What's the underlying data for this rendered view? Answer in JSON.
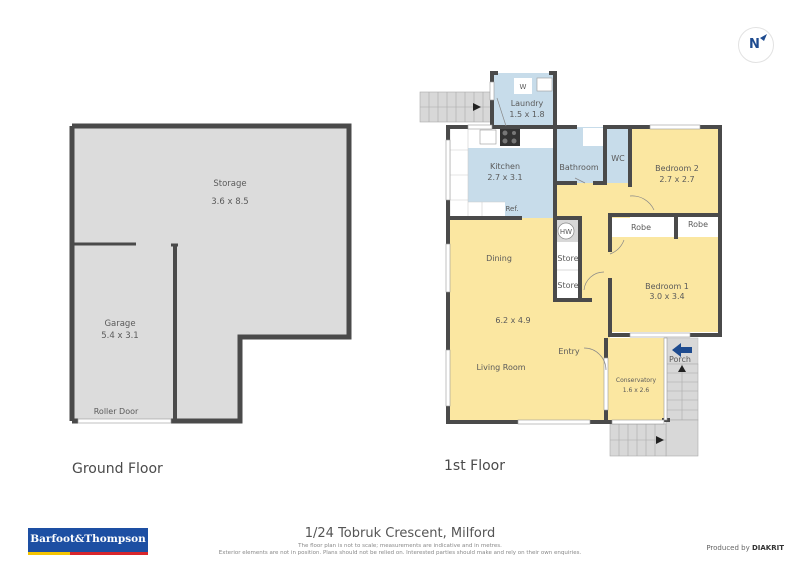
{
  "compass": {
    "label": "N"
  },
  "ground_floor": {
    "label": "Ground Floor",
    "rooms": {
      "storage": {
        "name": "Storage",
        "dims": "3.6 x 8.5"
      },
      "garage": {
        "name": "Garage",
        "dims": "5.4 x 3.1"
      },
      "roller_door": {
        "name": "Roller Door"
      }
    }
  },
  "first_floor": {
    "label": "1st Floor",
    "rooms": {
      "laundry": {
        "name": "Laundry",
        "dims": "1.5 x 1.8",
        "fixture": "W"
      },
      "kitchen": {
        "name": "Kitchen",
        "dims": "2.7 x 3.1",
        "fixture": "Ref."
      },
      "bathroom": {
        "name": "Bathroom"
      },
      "wc": {
        "name": "WC"
      },
      "bedroom2": {
        "name": "Bedroom 2",
        "dims": "2.7 x 2.7"
      },
      "robe1": {
        "name": "Robe"
      },
      "robe2": {
        "name": "Robe"
      },
      "hw": {
        "name": "HW"
      },
      "store1": {
        "name": "Store"
      },
      "store2": {
        "name": "Store"
      },
      "dining": {
        "name": "Dining"
      },
      "living_dims": {
        "dims": "6.2 x 4.9"
      },
      "living": {
        "name": "Living Room"
      },
      "entry": {
        "name": "Entry"
      },
      "bedroom1": {
        "name": "Bedroom 1",
        "dims": "3.0 x 3.4"
      },
      "porch": {
        "name": "Porch"
      },
      "conservatory": {
        "name": "Conservatory",
        "dims": "1.6 x 2.6"
      }
    }
  },
  "footer": {
    "address": "1/24 Tobruk Crescent, Milford",
    "disclaimer_1": "The floor plan is not to scale; measurements are indicative and in metres.",
    "disclaimer_2": "Exterior elements are not in position. Plans should not be relied on. Interested parties should make and rely on their own enquiries.",
    "produced_by_prefix": "Produced by",
    "produced_by_brand": "DIAKRIT",
    "agency_logo": "Barfoot&Thompson"
  },
  "colors": {
    "wet_area": "#c7dcea",
    "living_area": "#fbe7a1",
    "ground": "#dcdcdc",
    "wall": "#4a4a4a",
    "accent": "#1e4b8f"
  }
}
